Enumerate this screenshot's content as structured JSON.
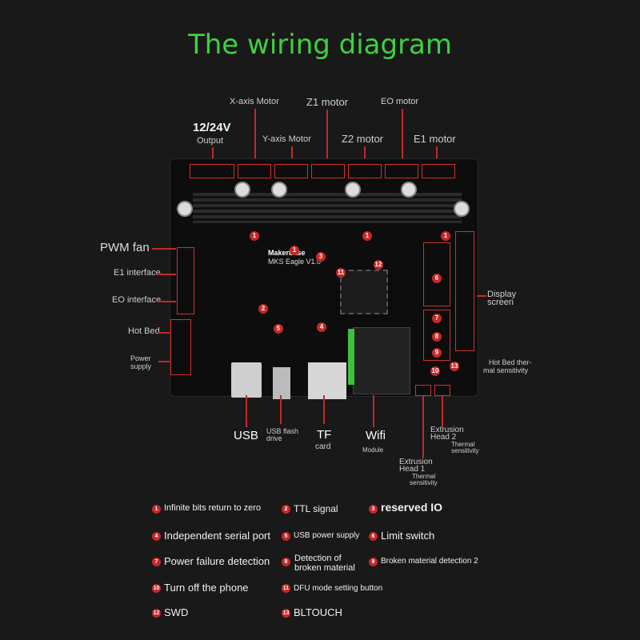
{
  "title": "The wiring diagram",
  "board": {
    "brand": "Makerbase",
    "model": "MKS Eagle V1.0"
  },
  "labels": {
    "output_voltage": "12/24V",
    "output": "Output",
    "x_motor": "X-axis Motor",
    "y_motor": "Y-axis Motor",
    "z1_motor": "Z1 motor",
    "z2_motor": "Z2 motor",
    "e0_motor": "EO motor",
    "e1_motor": "E1 motor",
    "pwm_fan": "PWM fan",
    "e1_interface": "E1 interface",
    "e0_interface": "EO interface",
    "hot_bed": "Hot Bed",
    "power_supply_1": "Power",
    "power_supply_2": "supply",
    "display_1": "Display",
    "display_2": "screen",
    "hotbed_thermal_1": "Hot Bed ther-",
    "hotbed_thermal_2": "mal sensitivity",
    "usb": "USB",
    "usb_flash_1": "USB flash",
    "usb_flash_2": "drive",
    "tf": "TF",
    "tf_card": "card",
    "wifi": "Wifi",
    "wifi_module": "Module",
    "ext2_1": "Extrusion",
    "ext2_2": "Head 2",
    "ext2_3": "Thermal",
    "ext2_4": "sensitivity",
    "ext1_1": "Extrusion",
    "ext1_2": "Head 1",
    "ext1_3": "Thermal",
    "ext1_4": "sensitivity"
  },
  "legend": [
    {
      "num": "1",
      "text": "Infinite bits return to zero"
    },
    {
      "num": "2",
      "text": "TTL signal"
    },
    {
      "num": "3",
      "text": "reserved IO"
    },
    {
      "num": "4",
      "text": "Independent serial port"
    },
    {
      "num": "5",
      "text": "USB power supply"
    },
    {
      "num": "6",
      "text": "Limit switch"
    },
    {
      "num": "7",
      "text": "Power failure detection"
    },
    {
      "num": "8",
      "text": "Detection of broken material"
    },
    {
      "num": "9",
      "text": "Broken material detection 2"
    },
    {
      "num": "10",
      "text": "Turn off the phone"
    },
    {
      "num": "11",
      "text": "DFU mode setting button"
    },
    {
      "num": "12",
      "text": "SWD"
    },
    {
      "num": "13",
      "text": "BLTOUCH"
    }
  ],
  "colors": {
    "title": "#3fd13f",
    "accent": "#c62828",
    "board": "#0d0d0d",
    "background": "#191919"
  }
}
